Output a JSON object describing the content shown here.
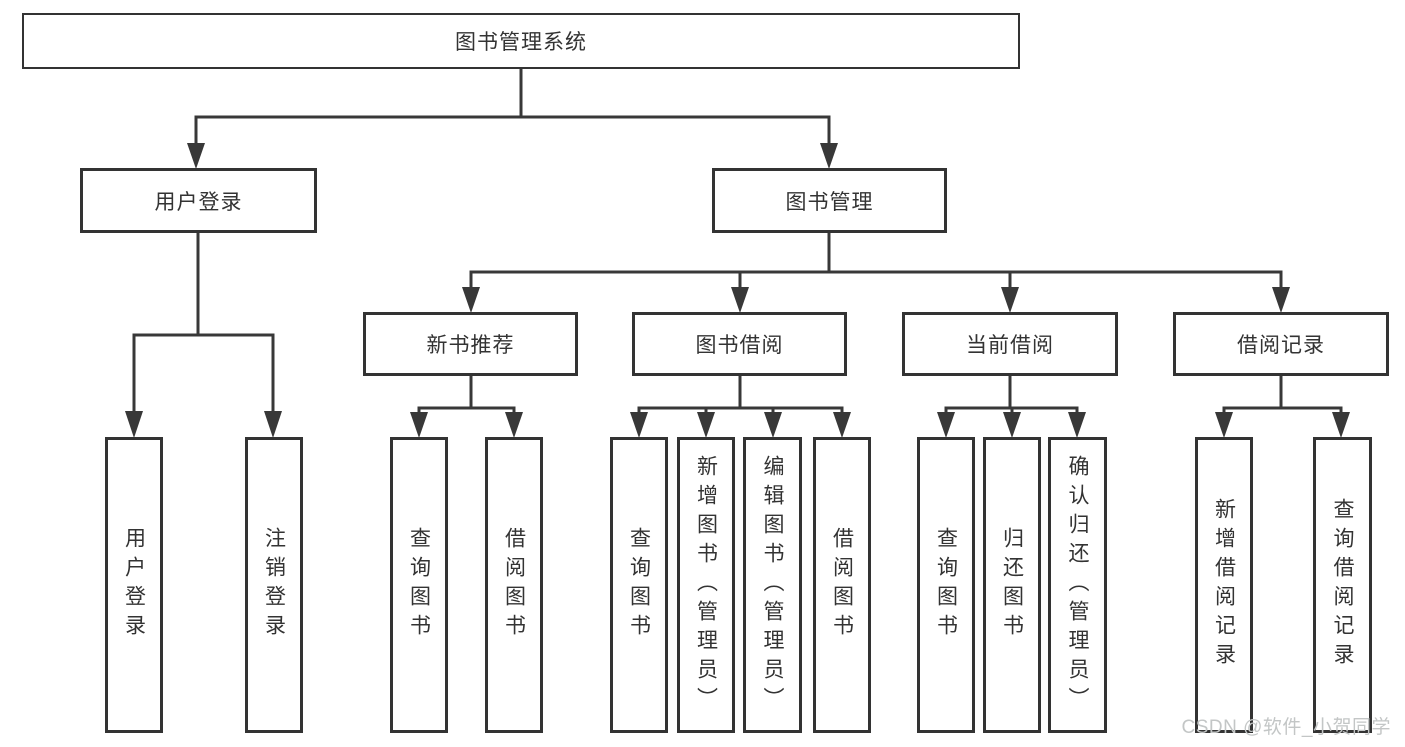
{
  "diagram": {
    "root": {
      "label": "图书管理系统"
    },
    "branches": [
      {
        "label": "用户登录",
        "children": [
          {
            "label": "用户登录"
          },
          {
            "label": "注销登录"
          }
        ]
      },
      {
        "label": "图书管理",
        "children": [
          {
            "label": "新书推荐",
            "children": [
              {
                "label": "查询图书"
              },
              {
                "label": "借阅图书"
              }
            ]
          },
          {
            "label": "图书借阅",
            "children": [
              {
                "label": "查询图书"
              },
              {
                "label": "新增图书（管理员）"
              },
              {
                "label": "编辑图书（管理员）"
              },
              {
                "label": "借阅图书"
              }
            ]
          },
          {
            "label": "当前借阅",
            "children": [
              {
                "label": "查询图书"
              },
              {
                "label": "归还图书"
              },
              {
                "label": "确认归还（管理员）"
              }
            ]
          },
          {
            "label": "借阅记录",
            "children": [
              {
                "label": "新增借阅记录"
              },
              {
                "label": "查询借阅记录"
              }
            ]
          }
        ]
      }
    ]
  },
  "watermark": {
    "text": "CSDN @软件_小贺同学"
  },
  "colors": {
    "line": "#383838",
    "box_border": "#333333",
    "text": "#333333",
    "watermark": "#c3c6c6",
    "background": "#ffffff"
  }
}
